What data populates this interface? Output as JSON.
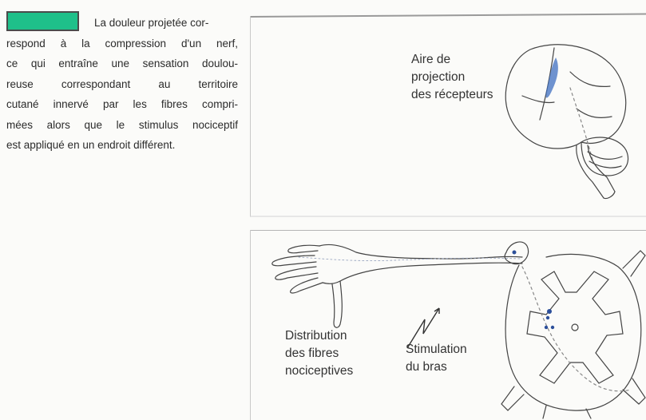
{
  "text": {
    "lines": [
      "La douleur projetée cor-",
      "respond à la compression d'un nerf,",
      "ce qui entraîne une sensation doulou-",
      "reuse correspondant au territoire",
      "cutané innervé par les fibres compri-",
      "mées alors que le stimulus nociceptif",
      "est appliqué en un endroit différent."
    ]
  },
  "figure": {
    "top_label": [
      "Aire de",
      "projection",
      "des récepteurs"
    ],
    "distribution_label": [
      "Distribution",
      "des fibres",
      "nociceptives"
    ],
    "stimulation_label": [
      "Stimulation",
      "du bras"
    ]
  },
  "colors": {
    "highlight": "#1fc08a",
    "ink": "#2a2a2a",
    "accent_blue": "#3f6fc0"
  }
}
